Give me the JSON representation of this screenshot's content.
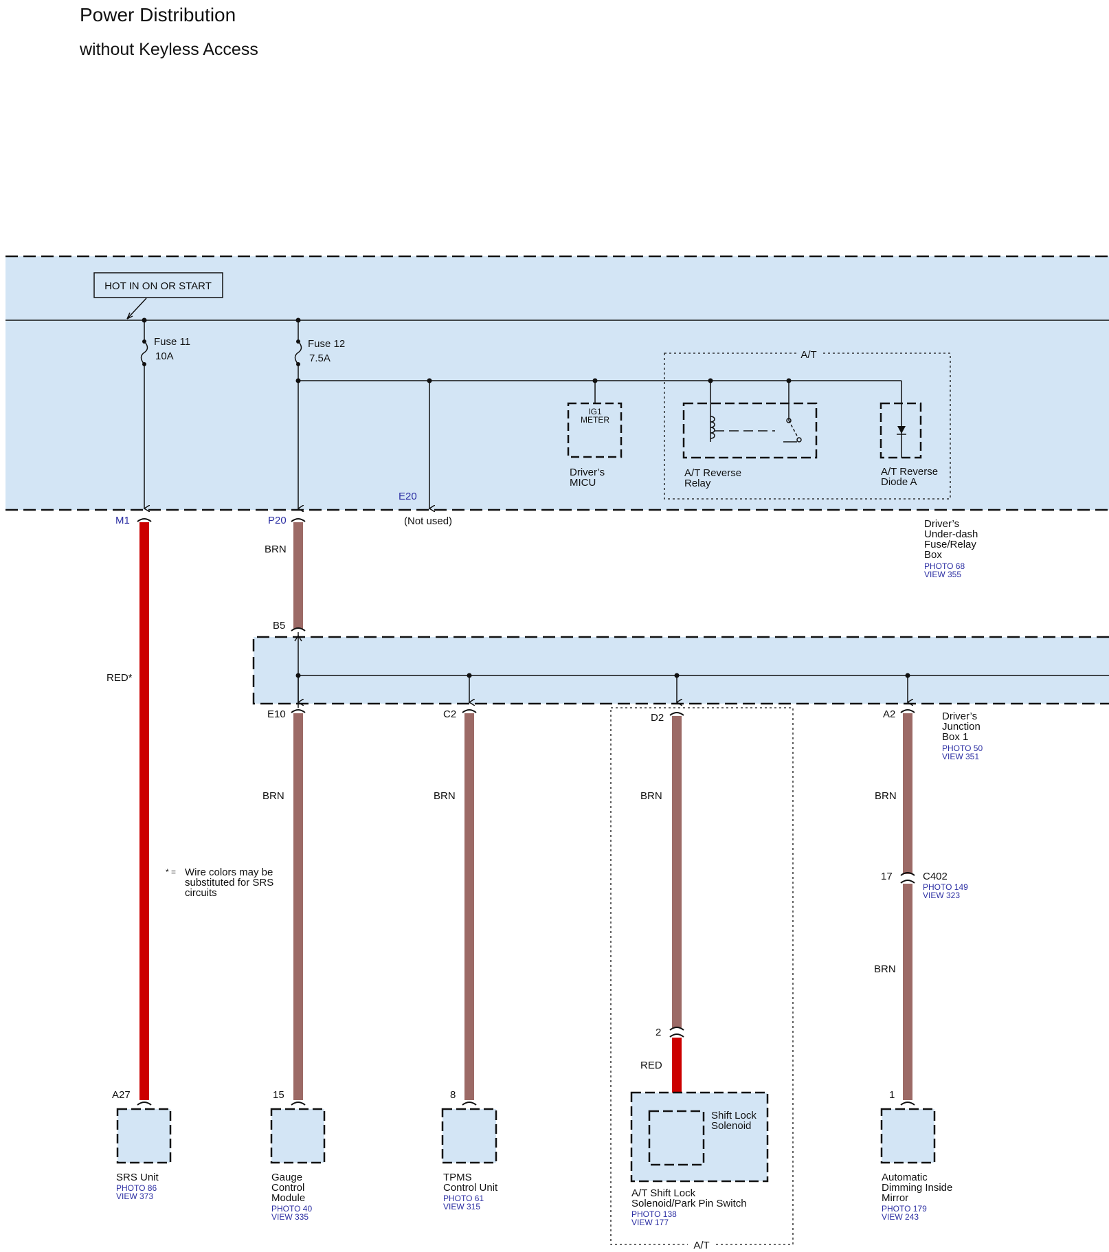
{
  "title": "Power Distribution",
  "subtitle": "without Keyless Access",
  "colors": {
    "module_fill": "#d3e5f5",
    "wire_brown": "#9c6a66",
    "wire_red": "#cc0000",
    "ref_text": "#2c2fa3",
    "line": "#111111"
  },
  "power_label": "HOT IN ON OR START",
  "fuses": [
    {
      "name": "Fuse 11",
      "rating": "10A"
    },
    {
      "name": "Fuse 12",
      "rating": "7.5A"
    }
  ],
  "underdash_box": {
    "name_lines": [
      "Driver’s",
      "Under-dash",
      "Fuse/Relay",
      "Box"
    ],
    "photo": "PHOTO 68",
    "view": "VIEW 355",
    "at_label": "A/T",
    "ig1_meter_lines": [
      "IG1",
      "METER"
    ],
    "micu_lines": [
      "Driver’s",
      "MICU"
    ],
    "relay_lines": [
      "A/T Reverse",
      "Relay"
    ],
    "diode_lines": [
      "A/T Reverse",
      "Diode A"
    ],
    "e20_pin": "E20",
    "not_used": "(Not used)"
  },
  "terminals": {
    "m1": "M1",
    "p20": "P20",
    "b5": "B5",
    "e10": "E10",
    "c2": "C2",
    "d2": "D2",
    "a2": "A2"
  },
  "junction_box": {
    "name_lines": [
      "Driver’s",
      "Junction",
      "Box 1"
    ],
    "photo": "PHOTO 50",
    "view": "VIEW 351"
  },
  "wire_colors": {
    "red_star": "RED*",
    "brn": "BRN",
    "red": "RED"
  },
  "note": {
    "symbol": "* =",
    "lines": [
      "Wire colors may be",
      "substituted for SRS",
      "circuits"
    ]
  },
  "connector_c402": {
    "name": "C402",
    "pin": "17",
    "photo": "PHOTO 149",
    "view": "VIEW 323"
  },
  "at_solenoid_pin": "2",
  "at_group_label": "A/T",
  "components": [
    {
      "pin": "A27",
      "name_lines": [
        "SRS Unit"
      ],
      "photo": "PHOTO 86",
      "view": "VIEW 373"
    },
    {
      "pin": "15",
      "name_lines": [
        "Gauge",
        "Control",
        "Module"
      ],
      "photo": "PHOTO 40",
      "view": "VIEW 335"
    },
    {
      "pin": "8",
      "name_lines": [
        "TPMS",
        "Control Unit"
      ],
      "photo": "PHOTO 61",
      "view": "VIEW 315"
    },
    {
      "pin": "",
      "name_lines": [
        "A/T Shift Lock",
        "Solenoid/Park Pin Switch"
      ],
      "inner_lines": [
        "Shift Lock",
        "Solenoid"
      ],
      "photo": "PHOTO 138",
      "view": "VIEW 177"
    },
    {
      "pin": "1",
      "name_lines": [
        "Automatic",
        "Dimming Inside",
        "Mirror"
      ],
      "photo": "PHOTO 179",
      "view": "VIEW 243"
    }
  ]
}
